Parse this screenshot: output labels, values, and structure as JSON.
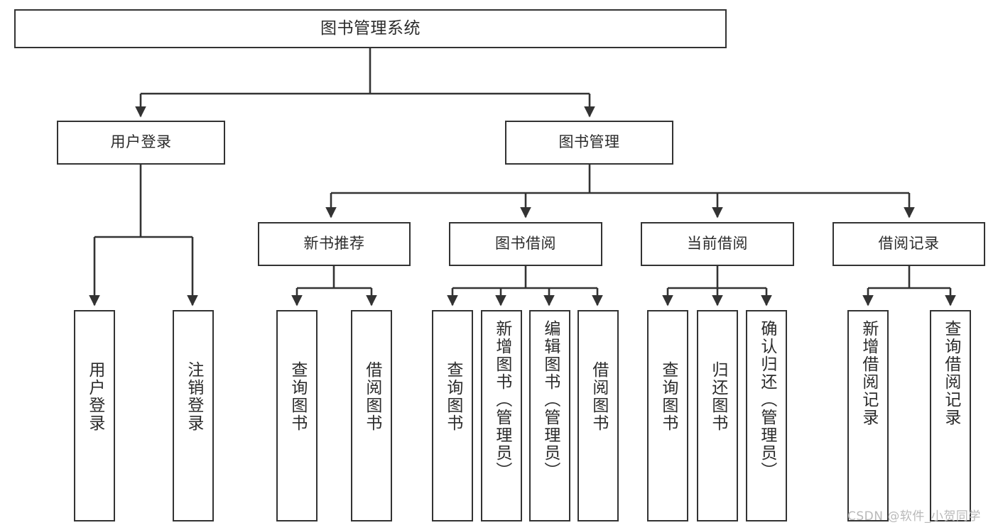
{
  "diagram": {
    "title": "图书管理系统",
    "type": "hierarchy-tree",
    "orientation": "top-down",
    "colors": {
      "background": "#ffffff",
      "box_border": "#333333",
      "box_fill": "#ffffff",
      "text": "#2b2b2b",
      "connector": "#333333",
      "watermark": "#b9b9b9"
    },
    "nodes": {
      "root": {
        "label": "图书管理系统"
      },
      "level2": [
        {
          "label": "用户登录"
        },
        {
          "label": "图书管理"
        }
      ],
      "level3": [
        {
          "label": "新书推荐"
        },
        {
          "label": "图书借阅"
        },
        {
          "label": "当前借阅"
        },
        {
          "label": "借阅记录"
        }
      ],
      "leaves": {
        "user_login": [
          {
            "label": "用户登录"
          },
          {
            "label": "注销登录"
          }
        ],
        "new_book_recommend": [
          {
            "label": "查询图书"
          },
          {
            "label": "借阅图书"
          }
        ],
        "book_borrow": [
          {
            "label": "查询图书"
          },
          {
            "label": "新增图书（管理员）"
          },
          {
            "label": "编辑图书（管理员）"
          },
          {
            "label": "借阅图书"
          }
        ],
        "current_borrow": [
          {
            "label": "查询图书"
          },
          {
            "label": "归还图书"
          },
          {
            "label": "确认归还（管理员）"
          }
        ],
        "borrow_record": [
          {
            "label": "新增借阅记录"
          },
          {
            "label": "查询借阅记录"
          }
        ]
      }
    },
    "watermark": "CSDN @软件_小贺同学"
  }
}
